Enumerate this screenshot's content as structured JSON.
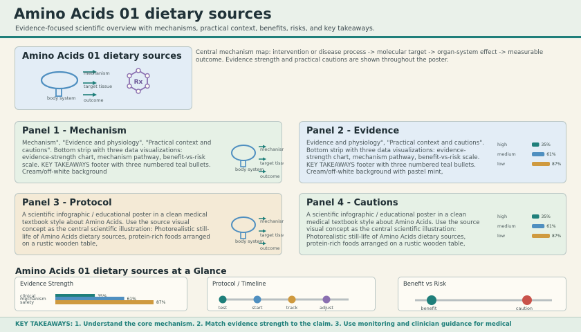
{
  "header": {
    "title": "Amino Acids 01 dietary sources",
    "subtitle": "Evidence-focused scientific overview with mechanisms, practical context, benefits, risks, and key takeaways."
  },
  "hero": {
    "title": "Amino Acids 01 dietary sources",
    "labels": {
      "mechanism": "mechanism",
      "target": "target tissue",
      "outcome": "outcome",
      "body": "body system",
      "rx": "Rx"
    },
    "description": "Central mechanism map: intervention or disease process -> molecular target -> organ-system effect -> measurable outcome. Evidence strength and practical cautions are shown throughout the poster."
  },
  "panels": {
    "p1": {
      "title": "Panel 1 - Mechanism",
      "text": "Mechanism\", \"Evidence and physiology\", \"Practical context and cautions\". Bottom strip with three data visualizations: evidence-strength chart, mechanism pathway, benefit-vs-risk scale. KEY TAKEAWAYS footer with three numbered teal bullets. Cream/off-white background",
      "labels": {
        "mechanism": "mechanism",
        "target": "target tissue",
        "outcome": "outcome",
        "body": "body system"
      }
    },
    "p2": {
      "title": "Panel 2 - Evidence",
      "text": "Evidence and physiology\", \"Practical context and cautions\". Bottom strip with three data visualizations: evidence-strength chart, mechanism pathway, benefit-vs-risk scale. KEY TAKEAWAYS footer with three numbered teal bullets. Cream/off-white background with pastel mint,",
      "bars": [
        {
          "label": "high",
          "pct": "35%",
          "value": 35,
          "color": "#1f7f7a"
        },
        {
          "label": "medium",
          "pct": "61%",
          "value": 61,
          "color": "#4f8fc0"
        },
        {
          "label": "low",
          "pct": "87%",
          "value": 87,
          "color": "#cf9a3f"
        }
      ]
    },
    "p3": {
      "title": "Panel 3 - Protocol",
      "text": "A scientific infographic / educational poster in a clean medical textbook style about Amino Acids. Use the source visual concept as the central scientific illustration: Photorealistic still-life of Amino Acids dietary sources, protein-rich foods arranged on a rustic wooden table,",
      "labels": {
        "mechanism": "mechanism",
        "target": "target tissue",
        "outcome": "outcome",
        "body": "body system"
      }
    },
    "p4": {
      "title": "Panel 4 - Cautions",
      "text": "A scientific infographic / educational poster in a clean medical textbook style about Amino Acids. Use the source visual concept as the central scientific illustration: Photorealistic still-life of Amino Acids dietary sources, protein-rich foods arranged on a rustic wooden table,",
      "bars": [
        {
          "label": "high",
          "pct": "35%",
          "value": 35,
          "color": "#1f7f7a"
        },
        {
          "label": "medium",
          "pct": "61%",
          "value": 61,
          "color": "#4f8fc0"
        },
        {
          "label": "low",
          "pct": "87%",
          "value": 87,
          "color": "#cf9a3f"
        }
      ]
    }
  },
  "glance": {
    "title": "Amino Acids 01 dietary sources at a Glance",
    "evidence": {
      "title": "Evidence Strength",
      "bars": [
        {
          "label": "clinical",
          "pct": "35%",
          "value": 35,
          "color": "#1f7f7a"
        },
        {
          "label": "mechanism",
          "pct": "61%",
          "value": 61,
          "color": "#4f8fc0"
        },
        {
          "label": "safety",
          "pct": "87%",
          "value": 87,
          "color": "#cf9a3f"
        }
      ]
    },
    "protocol": {
      "title": "Protocol / Timeline",
      "steps": [
        {
          "label": "test",
          "color": "#1f7f7a"
        },
        {
          "label": "start",
          "color": "#4f8fc0"
        },
        {
          "label": "track",
          "color": "#cf9a3f"
        },
        {
          "label": "adjust",
          "color": "#8a6fb0"
        }
      ]
    },
    "benefit": {
      "title": "Benefit vs Risk",
      "benefit_label": "benefit",
      "caution_label": "caution",
      "benefit_color": "#1f7f7a",
      "caution_color": "#c9524a"
    }
  },
  "footer": {
    "text": "KEY TAKEAWAYS: 1. Understand the core mechanism. 2. Match evidence strength to the claim. 3. Use monitoring and clinician guidance for medical"
  }
}
